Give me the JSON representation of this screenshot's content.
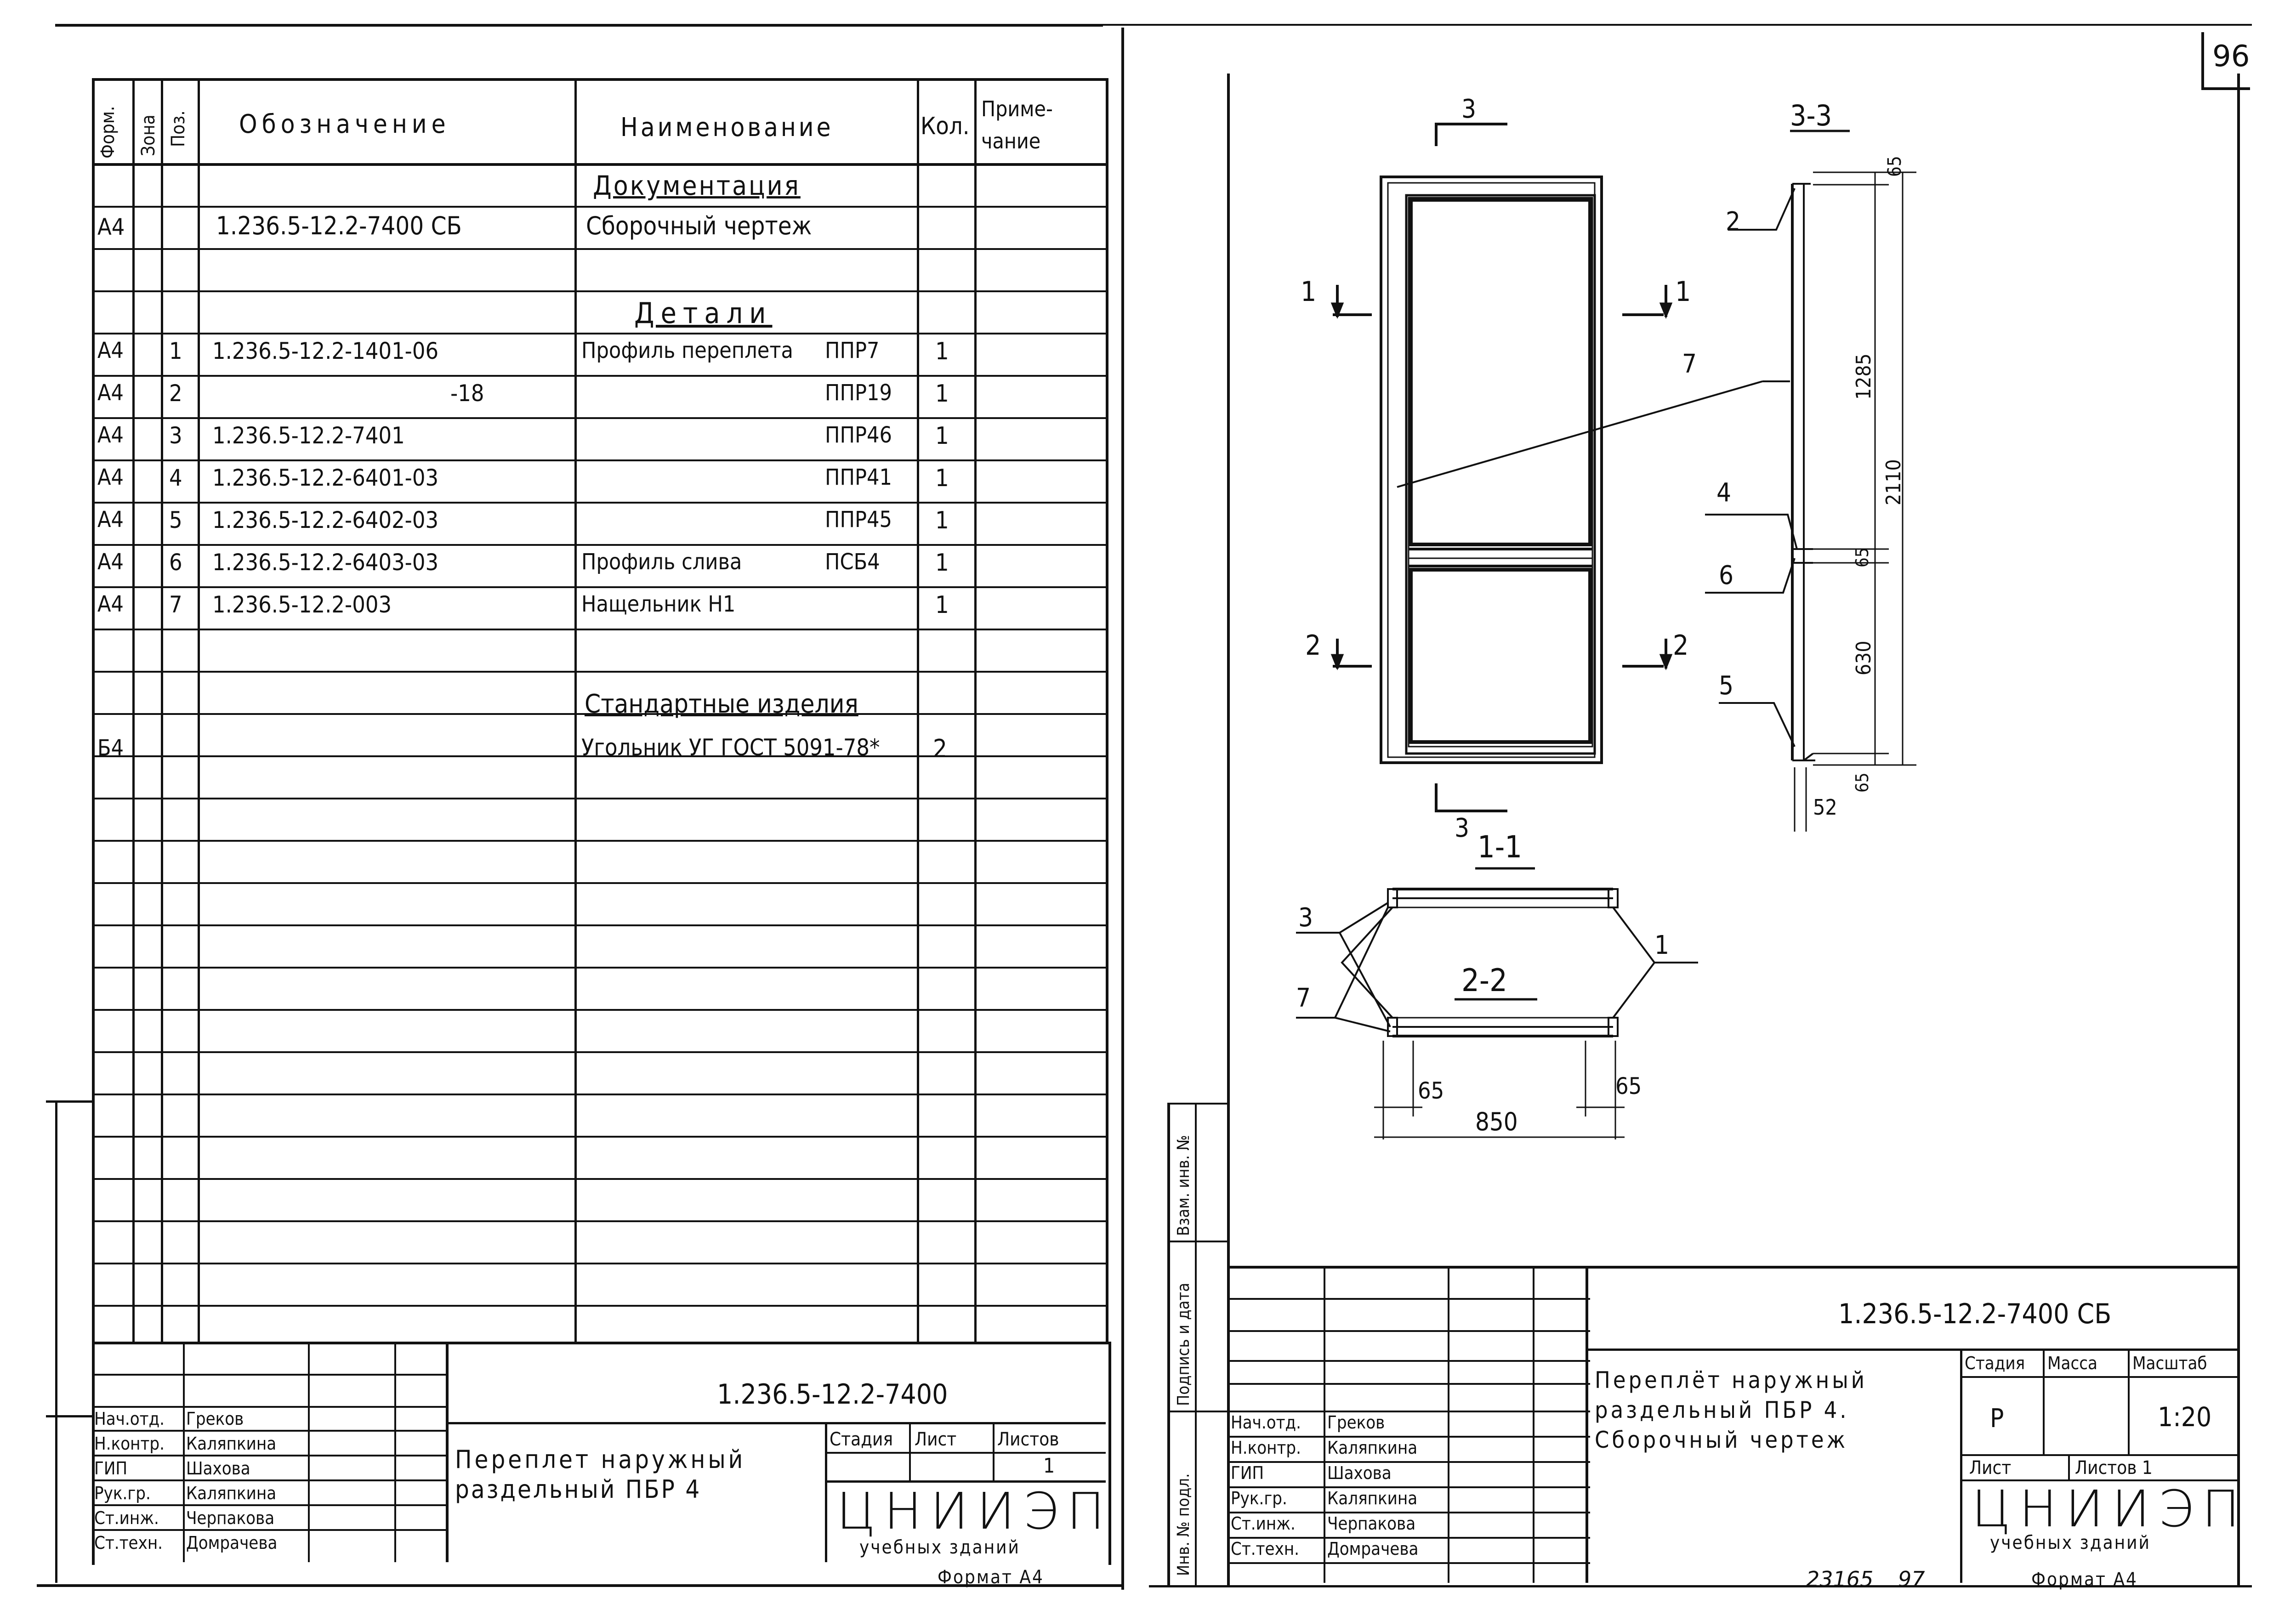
{
  "sheet_number": "96",
  "bottom_stamp": {
    "number": "23165",
    "suffix": "97"
  },
  "left_sheet": {
    "headers": {
      "form": "Форм.",
      "zone": "Зона",
      "pos": "Поз.",
      "designation": "Обозначение",
      "name": "Наименование",
      "qty": "Кол.",
      "note_line1": "Приме-",
      "note_line2": "чание"
    },
    "rows": [
      {
        "form": "",
        "pos": "",
        "designation": "",
        "name": "Документация",
        "qty": "",
        "section": true
      },
      {
        "form": "А4",
        "pos": "",
        "designation": "1.236.5-12.2-7400 СБ",
        "name": "Сборочный чертеж",
        "qty": ""
      },
      {
        "form": "",
        "pos": "",
        "designation": "",
        "name": "",
        "qty": ""
      },
      {
        "form": "",
        "pos": "",
        "designation": "",
        "name": "Детали",
        "qty": "",
        "section": true
      },
      {
        "form": "А4",
        "pos": "1",
        "designation": "1.236.5-12.2-1401-06",
        "name": "Профиль переплета",
        "mark": "ППР7",
        "qty": "1"
      },
      {
        "form": "А4",
        "pos": "2",
        "designation": "-18",
        "name": "",
        "mark": "ППР19",
        "qty": "1"
      },
      {
        "form": "А4",
        "pos": "3",
        "designation": "1.236.5-12.2-7401",
        "name": "",
        "mark": "ППР46",
        "qty": "1"
      },
      {
        "form": "А4",
        "pos": "4",
        "designation": "1.236.5-12.2-6401-03",
        "name": "",
        "mark": "ППР41",
        "qty": "1"
      },
      {
        "form": "А4",
        "pos": "5",
        "designation": "1.236.5-12.2-6402-03",
        "name": "",
        "mark": "ППР45",
        "qty": "1"
      },
      {
        "form": "А4",
        "pos": "6",
        "designation": "1.236.5-12.2-6403-03",
        "name": "Профиль слива",
        "mark": "ПСБ4",
        "qty": "1"
      },
      {
        "form": "А4",
        "pos": "7",
        "designation": "1.236.5-12.2-003",
        "name": "Нащельник Н1",
        "mark": "",
        "qty": "1"
      },
      {
        "form": "",
        "pos": "",
        "designation": "",
        "name": "",
        "qty": ""
      },
      {
        "form": "",
        "pos": "",
        "designation": "",
        "name": "Стандартные изделия",
        "qty": "",
        "section": true
      },
      {
        "form": "Б4",
        "pos": "",
        "designation": "",
        "name": "Угольник УГ ГОСТ 5091-78*",
        "qty": "2"
      }
    ],
    "title_block": {
      "code": "1.236.5-12.2-7400",
      "title_line1": "Переплет наружный",
      "title_line2": "раздельный ПБР 4",
      "stage_label": "Стадия",
      "sheet_label": "Лист",
      "sheets_label": "Листов",
      "sheets_value": "1",
      "org_main": "ЦНИИЭП",
      "org_sub": "учебных зданий",
      "format": "Формат А4",
      "people": [
        {
          "role": "Нач.отд.",
          "name": "Греков"
        },
        {
          "role": "Н.контр.",
          "name": "Каляпкина"
        },
        {
          "role": "ГИП",
          "name": "Шахова"
        },
        {
          "role": "Рук.гр.",
          "name": "Каляпкина"
        },
        {
          "role": "Ст.инж.",
          "name": "Черпакова"
        },
        {
          "role": "Ст.техн.",
          "name": "Домрачева"
        }
      ]
    }
  },
  "right_sheet": {
    "side_labels": {
      "inv_orig": "Инв. № подл.",
      "sign_date": "Подпись и дата",
      "replace_inv": "Взам. инв. №"
    },
    "drawing": {
      "section_33": "3-3",
      "section_11": "1-1",
      "section_22": "2-2",
      "cut_3": "3",
      "cut_1": "1",
      "cut_2": "2",
      "leaders": [
        "1",
        "2",
        "3",
        "4",
        "5",
        "6",
        "7"
      ],
      "dims": {
        "d65_top": "65",
        "d1285": "1285",
        "d2110": "2110",
        "d65_mid": "65",
        "d630": "630",
        "d65_bot": "65",
        "d52": "52",
        "d65_left": "65",
        "d65_right": "65",
        "d850": "850"
      }
    },
    "title_block": {
      "code": "1.236.5-12.2-7400 СБ",
      "title_line1": "Переплёт наружный",
      "title_line2": "раздельный ПБР 4.",
      "title_line3": "Сборочный чертеж",
      "stage_label": "Стадия",
      "mass_label": "Масса",
      "scale_label": "Масштаб",
      "stage_value": "Р",
      "scale_value": "1:20",
      "sheet_label": "Лист",
      "sheets_label": "Листов 1",
      "org_main": "ЦНИИЭП",
      "org_sub": "учебных зданий",
      "format": "Формат А4",
      "people": [
        {
          "role": "Нач.отд.",
          "name": "Греков"
        },
        {
          "role": "Н.контр.",
          "name": "Каляпкина"
        },
        {
          "role": "ГИП",
          "name": "Шахова"
        },
        {
          "role": "Рук.гр.",
          "name": "Каляпкина"
        },
        {
          "role": "Ст.инж.",
          "name": "Черпакова"
        },
        {
          "role": "Ст.техн.",
          "name": "Домрачева"
        }
      ]
    }
  }
}
